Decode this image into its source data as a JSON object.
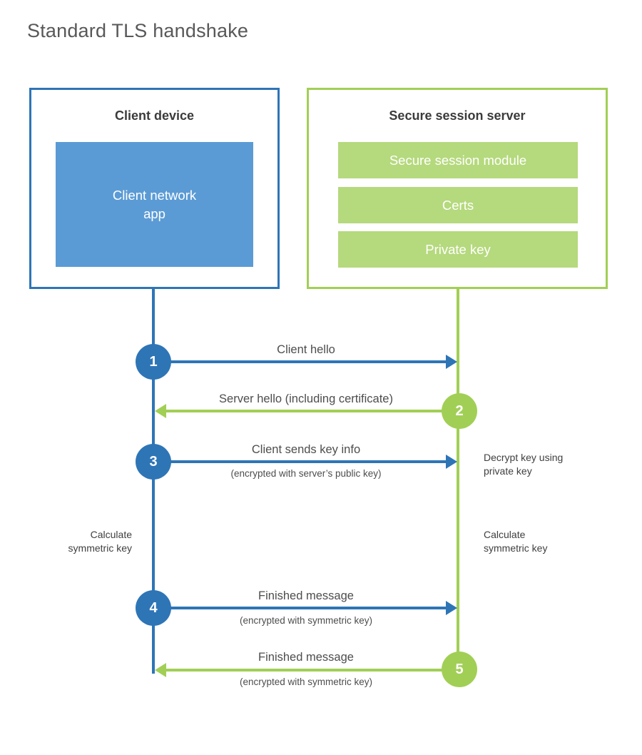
{
  "page": {
    "title": "Standard TLS handshake"
  },
  "client": {
    "title": "Client device",
    "app_label": "Client network\napp"
  },
  "server": {
    "title": "Secure session server",
    "modules": [
      "Secure session module",
      "Certs",
      "Private key"
    ]
  },
  "steps": [
    {
      "num": "1",
      "label": "Client hello",
      "sub": "",
      "from": "client",
      "to": "server"
    },
    {
      "num": "2",
      "label": "Server hello (including certificate)",
      "sub": "",
      "from": "server",
      "to": "client"
    },
    {
      "num": "3",
      "label": "Client sends key info",
      "sub": "(encrypted with server’s public key)",
      "from": "client",
      "to": "server"
    },
    {
      "num": "4",
      "label": "Finished message",
      "sub": "(encrypted with symmetric key)",
      "from": "client",
      "to": "server"
    },
    {
      "num": "5",
      "label": "Finished message",
      "sub": "(encrypted with symmetric key)",
      "from": "server",
      "to": "client"
    }
  ],
  "notes": {
    "decrypt_key": "Decrypt key using\nprivate key",
    "calc_left": "Calculate\nsymmetric key",
    "calc_right": "Calculate\nsymmetric key"
  },
  "colors": {
    "client_accent": "#2e75b6",
    "client_fill": "#5b9bd5",
    "server_accent": "#a1cf55",
    "server_fill": "#b5d97d",
    "text_dark": "#3b3b3b",
    "text_label": "#4d4d4d"
  }
}
